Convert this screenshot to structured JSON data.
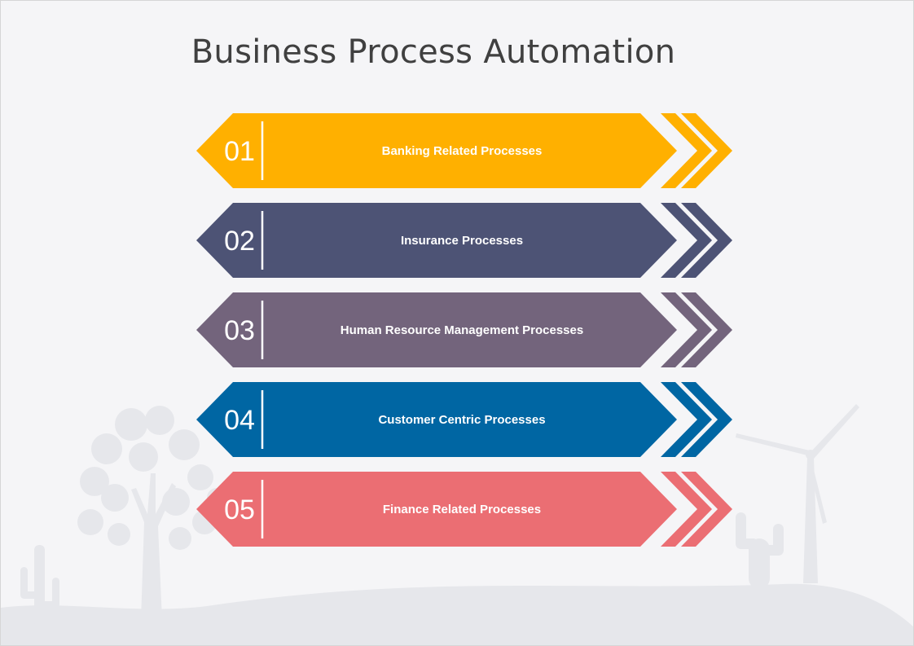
{
  "title": "Business Process Automation",
  "steps": [
    {
      "number": "01",
      "label": "Banking Related Processes",
      "color": "#FFB000"
    },
    {
      "number": "02",
      "label": "Insurance Processes",
      "color": "#4D5375"
    },
    {
      "number": "03",
      "label": "Human Resource Management Processes",
      "color": "#73647C"
    },
    {
      "number": "04",
      "label": "Customer Centric Processes",
      "color": "#0066A3"
    },
    {
      "number": "05",
      "label": "Finance Related Processes",
      "color": "#EB6E73"
    }
  ],
  "decor": {
    "icons": [
      "tree-icon",
      "cactus-icon",
      "wind-turbine-icon",
      "hill-icon"
    ],
    "silhouette_color": "#e6e7eb"
  }
}
